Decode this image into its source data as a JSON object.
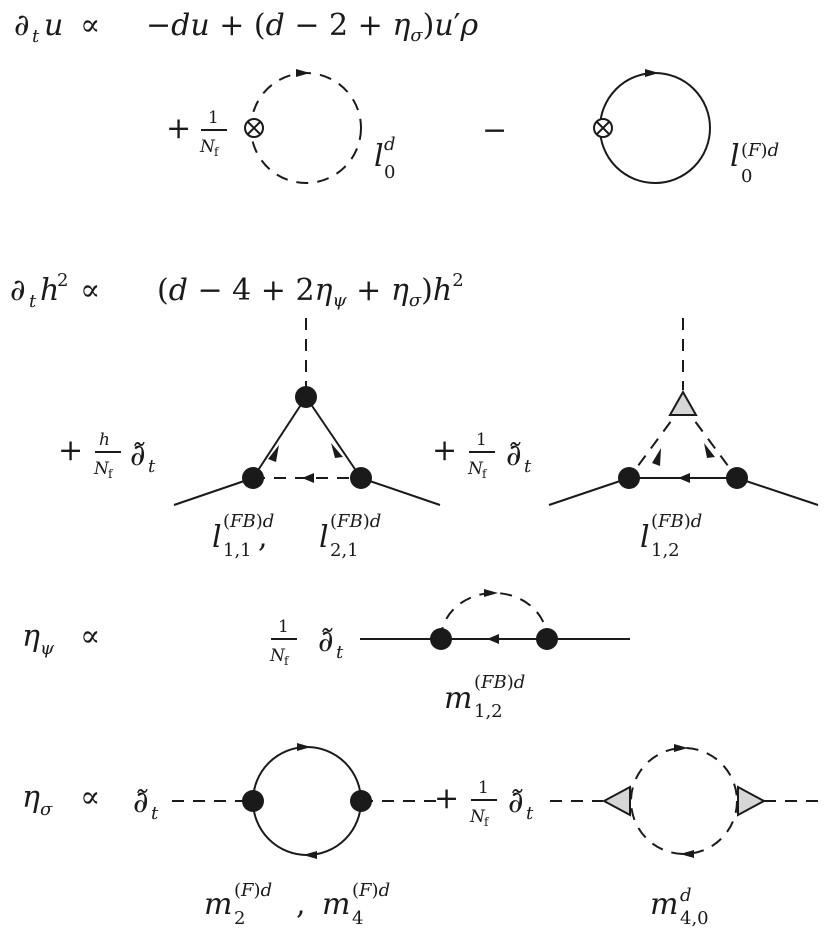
{
  "eq_u": {
    "lhs": "∂ₜu  ∝",
    "rhs": "−du + (d − 2 + η_σ)u′ρ",
    "term1_prefix": "+ 1/N_f",
    "term1_label": "l₀ᵈ",
    "minus": "−",
    "term2_label": "l₀⁽ᶠ⁾ᵈ"
  },
  "eq_h": {
    "lhs": "∂ₜh² ∝",
    "rhs": "(d − 4 + 2η_ψ + η_σ)h²",
    "term1_prefix": "+ h/N_f ∂̃ₜ",
    "term1_label": "l⁽ᶠᴮ⁾ᵈ₁,₁,  l⁽ᶠᴮ⁾ᵈ₂,₁",
    "term2_prefix": "+ 1/N_f ∂̃ₜ",
    "term2_label": "l⁽ᶠᴮ⁾ᵈ₁,₂"
  },
  "eq_psi": {
    "lhs": "η_ψ  ∝",
    "prefix": "1/N_f ∂̃ₜ",
    "label": "m⁽ᶠᴮ⁾ᵈ₁,₂"
  },
  "eq_sigma": {
    "lhs": "η_σ  ∝",
    "prefix": "∂̃ₜ",
    "term1_label": "m₂⁽ᶠ⁾ᵈ,  m₄⁽ᶠ⁾ᵈ",
    "term2_prefix": "+ 1/N_f ∂̃ₜ",
    "term2_label": "m₄,₀ᵈ"
  },
  "colors": {
    "ink": "#1a1a1a",
    "triangle_fill": "#d6d6d6"
  },
  "icons": [
    "crossed-vertex-icon",
    "vertex-dot-icon",
    "regulator-triangle-icon",
    "arrow-icon"
  ]
}
